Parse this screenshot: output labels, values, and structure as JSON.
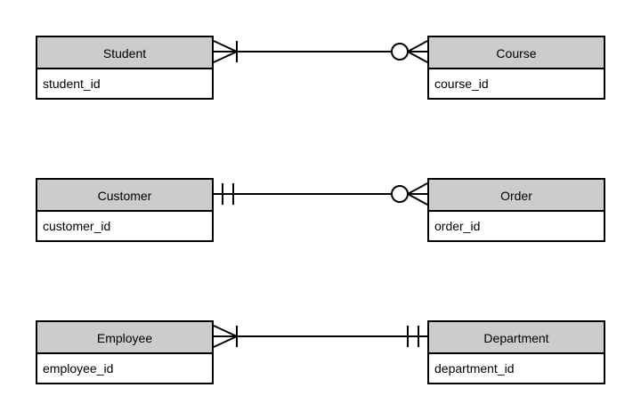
{
  "diagram": {
    "type": "entity-relationship-diagram",
    "notation": "crow's foot",
    "background_color": "#ffffff",
    "header_fill": "#cccccc",
    "body_fill": "#ffffff",
    "line_color": "#000000"
  },
  "relationships": [
    {
      "id": "student-course",
      "left": {
        "name": "Student",
        "attribute": "student_id",
        "cardinality_symbol": "crowfoot-with-bar",
        "cardinality_meaning": "one-or-many"
      },
      "right": {
        "name": "Course",
        "attribute": "course_id",
        "cardinality_symbol": "circle-with-crowfoot",
        "cardinality_meaning": "zero-or-many"
      }
    },
    {
      "id": "customer-order",
      "left": {
        "name": "Customer",
        "attribute": "customer_id",
        "cardinality_symbol": "double-bar",
        "cardinality_meaning": "exactly-one"
      },
      "right": {
        "name": "Order",
        "attribute": "order_id",
        "cardinality_symbol": "circle-with-crowfoot",
        "cardinality_meaning": "zero-or-many"
      }
    },
    {
      "id": "employee-department",
      "left": {
        "name": "Employee",
        "attribute": "employee_id",
        "cardinality_symbol": "crowfoot-with-bar",
        "cardinality_meaning": "one-or-many"
      },
      "right": {
        "name": "Department",
        "attribute": "department_id",
        "cardinality_symbol": "double-bar",
        "cardinality_meaning": "exactly-one"
      }
    }
  ]
}
